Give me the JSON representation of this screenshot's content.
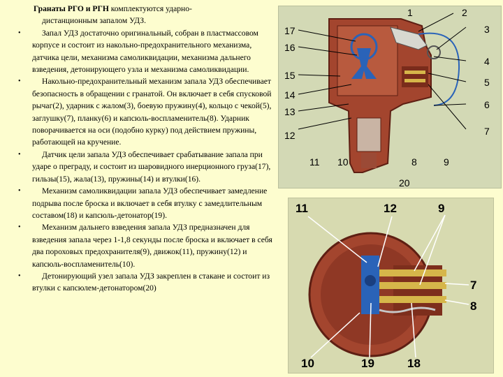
{
  "text": {
    "title_bold": "Гранаты РГО и РГН",
    "title_rest": " комплектуются ударно-",
    "intro": "дистанционным запалом УДЗ.",
    "bullets": [
      "Запал УДЗ достаточно оригинальный, собран в пластмассовом корпусе и состоит из накольно-предохранительного механизма, датчика цели, механизма самоликвидации, механизма дальнего взведения, детонирующего узла и механизма самоликвидации.",
      "Накольно-предохранительный механизм запала УДЗ обеспечивает безопасность в обращении с гранатой. Он включает в себя спусковой рычаг(2), ударник с жалом(3), боевую пружину(4), кольцо с чекой(5), заглушку(7), планку(6) и капсюль-воспламенитель(8). Ударник поворачивается на оси (подобно курку) под действием пружины, работающей на кручение.",
      "Датчик цели запала УДЗ обеспечивает срабатывание запала при ударе о преграду, и состоит из шаровидного инерционного груза(17), гильзы(15), жала(13), пружины(14) и втулки(16).",
      "Механизм самоликвидации запала УДЗ обеспечивает замедление подрыва после броска и включает в себя втулку с замедлительным составом(18) и капсюль-детонатор(19).",
      "Механизм дальнего взведения запала УДЗ предназначен для взведения запала через 1-1,8 секунды после броска и включает в себя два пороховых предохранителя(9), движок(11), пружину(12) и капсюль-воспламенитель(10).",
      "Детонирующий узел запала УДЗ закреплен в стакане и состоит из втулки с капсюлем-детонатором(20)"
    ]
  },
  "figure_top": {
    "labels": {
      "n1": "1",
      "n2": "2",
      "n3": "3",
      "n4": "4",
      "n5": "5",
      "n6": "6",
      "n7": "7",
      "n8": "8",
      "n9": "9",
      "n10": "10",
      "n11": "11",
      "n12": "12",
      "n13": "13",
      "n14": "14",
      "n15": "15",
      "n16": "16",
      "n17": "17",
      "n20": "20"
    }
  },
  "figure_bottom": {
    "labels": {
      "n11": "11",
      "n12": "12",
      "n9": "9",
      "n7": "7",
      "n8": "8",
      "n10": "10",
      "n19": "19",
      "n18": "18"
    }
  },
  "colors": {
    "background": "#fdfdcf",
    "body_red": "#a3452e",
    "dark_red": "#6e2618",
    "blue": "#2a63b8",
    "brass": "#d6b64a"
  }
}
